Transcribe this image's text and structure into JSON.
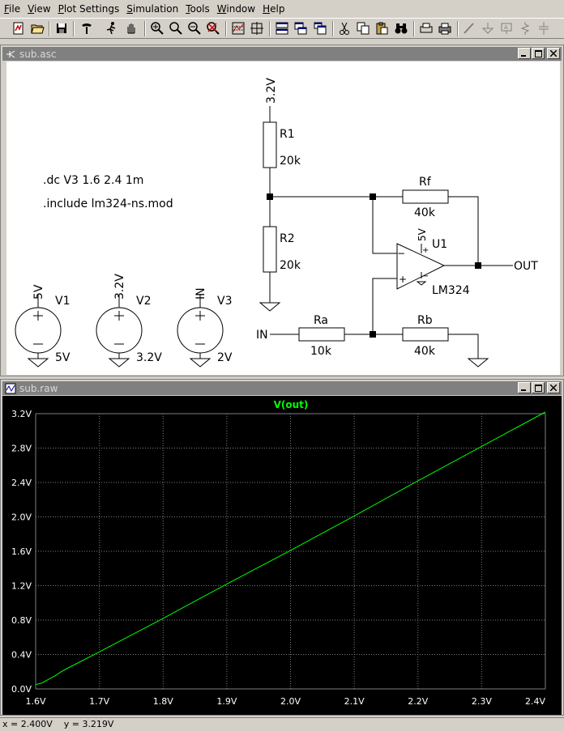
{
  "menu": [
    {
      "label": "File",
      "key": "F",
      "rest": "ile"
    },
    {
      "label": "View",
      "key": "V",
      "rest": "iew"
    },
    {
      "label": "Plot Settings",
      "key": "P",
      "rest": "lot Settings"
    },
    {
      "label": "Simulation",
      "key": "S",
      "rest": "imulation"
    },
    {
      "label": "Tools",
      "key": "T",
      "rest": "ools"
    },
    {
      "label": "Window",
      "key": "W",
      "rest": "indow"
    },
    {
      "label": "Help",
      "key": "H",
      "rest": "elp"
    }
  ],
  "schematic": {
    "title": "sub.asc",
    "directives": [
      ".dc V3 1.6 2.4 1m",
      ".include lm324-ns.mod"
    ],
    "labels": {
      "vtop": "3.2V",
      "r1": "R1",
      "r1v": "20k",
      "r2": "R2",
      "r2v": "20k",
      "rf": "Rf",
      "rfv": "40k",
      "u1": "U1",
      "u1v": "LM324",
      "u1pwr": "5V",
      "out": "OUT",
      "in": "IN",
      "ra": "Ra",
      "rav": "10k",
      "rb": "Rb",
      "rbv": "40k",
      "v1": "V1",
      "v1top": "5V",
      "v1v": "5V",
      "v2": "V2",
      "v2top": "3.2V",
      "v2v": "3.2V",
      "v3": "V3",
      "v3top": "IN",
      "v3v": "2V",
      "plus": "+",
      "minus": "−"
    }
  },
  "plot": {
    "title": "sub.raw",
    "trace_label": "V(out)"
  },
  "chart_data": {
    "type": "line",
    "title": "V(out)",
    "xlabel": "",
    "ylabel": "",
    "xlim": [
      1.6,
      2.4
    ],
    "ylim": [
      0.0,
      3.2
    ],
    "x_ticks": [
      "1.6V",
      "1.7V",
      "1.8V",
      "1.9V",
      "2.0V",
      "2.1V",
      "2.2V",
      "2.3V",
      "2.4V"
    ],
    "y_ticks": [
      "0.0V",
      "0.4V",
      "0.8V",
      "1.2V",
      "1.6V",
      "2.0V",
      "2.4V",
      "2.8V",
      "3.2V"
    ],
    "grid": true,
    "series": [
      {
        "name": "V(out)",
        "color": "#00ff00",
        "x": [
          1.6,
          1.61,
          1.62,
          1.63,
          1.64,
          1.65,
          1.7,
          1.8,
          1.9,
          2.0,
          2.1,
          2.2,
          2.3,
          2.4
        ],
        "y": [
          0.05,
          0.07,
          0.11,
          0.15,
          0.2,
          0.24,
          0.43,
          0.82,
          1.22,
          1.61,
          2.01,
          2.42,
          2.82,
          3.219
        ]
      }
    ]
  },
  "status": {
    "text": "x = 2.400V    y = 3.219V"
  },
  "colors": {
    "plot_bg": "#000000",
    "grid": "#808080",
    "trace": "#00ff00",
    "tick_label": "#ffffff"
  }
}
